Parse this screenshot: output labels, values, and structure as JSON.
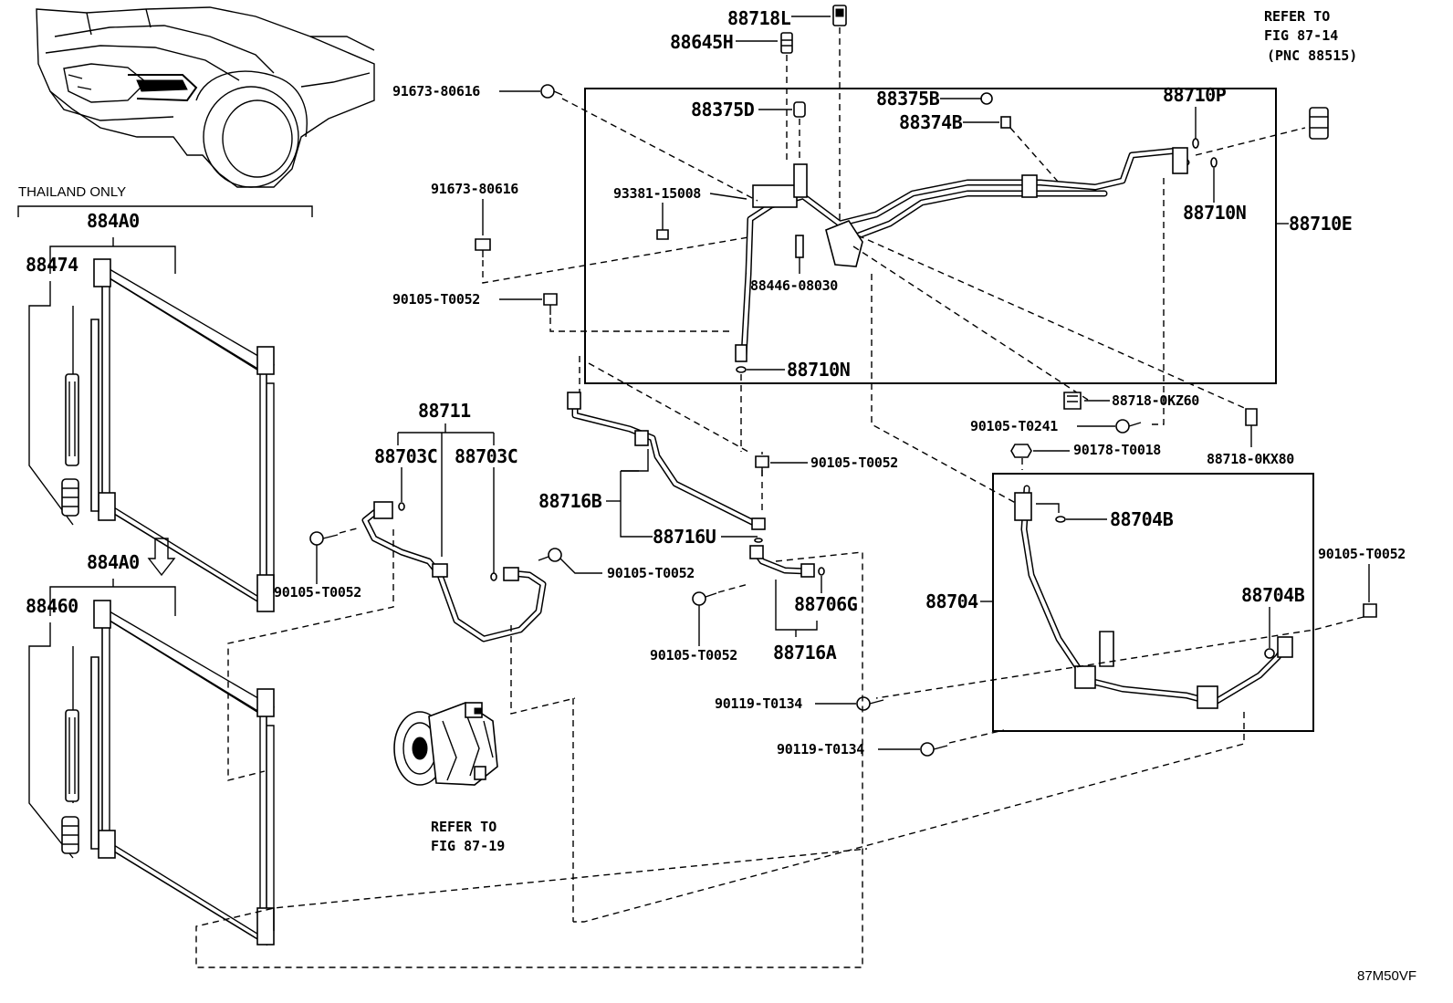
{
  "labels": {
    "p88718L": "88718L",
    "p88645H": "88645H",
    "p91673_top": "91673-80616",
    "p88375D": "88375D",
    "p88375B": "88375B",
    "p88374B": "88374B",
    "p88710P": "88710P",
    "p88710N_right": "88710N",
    "p88710E": "88710E",
    "p91673_mid": "91673-80616",
    "p93381": "93381-15008",
    "p88446": "88446-08030",
    "p90105_t0052_a": "90105-T0052",
    "p88710N_bottom": "88710N",
    "p88718_0KZ60": "88718-0KZ60",
    "p90105_t0241": "90105-T0241",
    "p90178": "90178-T0018",
    "p88718_0KX80": "88718-0KX80",
    "p88711": "88711",
    "p88703C_left": "88703C",
    "p88703C_right": "88703C",
    "p90105_t0052_b": "90105-T0052",
    "p88716B": "88716B",
    "p88716U": "88716U",
    "p90105_t0052_c": "90105-T0052",
    "p88704B_top": "88704B",
    "p88704": "88704",
    "p90105_t0052_d": "90105-T0052",
    "p88704B_bottom": "88704B",
    "p90105_t0052_e": "90105-T0052",
    "p88706G": "88706G",
    "p90105_t0052_f": "90105-T0052",
    "p88716A": "88716A",
    "p90119_a": "90119-T0134",
    "p90119_b": "90119-T0134",
    "p884A0_top": "884A0",
    "p88474": "88474",
    "p884A0_bottom": "884A0",
    "p88460": "88460"
  },
  "notes": {
    "thailand_only": "THAILAND ONLY",
    "refer_top_line1": "REFER TO",
    "refer_top_line2": "FIG 87-14",
    "refer_top_line3": "(PNC 88515)",
    "refer_bottom_line1": "REFER TO",
    "refer_bottom_line2": "FIG 87-19"
  },
  "figure_id": "87M50VF",
  "icons": {
    "direction_arrow": "down-arrow-icon"
  }
}
